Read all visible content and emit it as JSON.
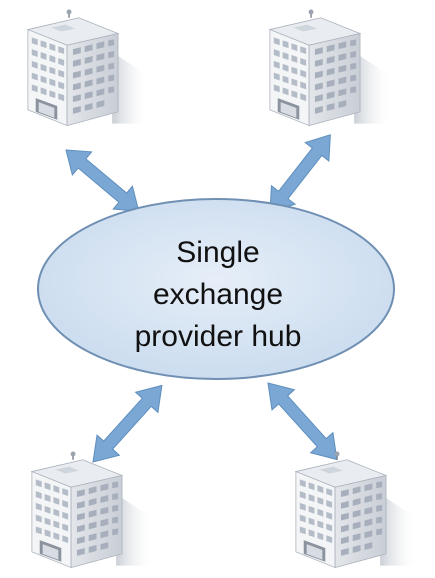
{
  "hub": {
    "label_lines": [
      "Single",
      "exchange",
      "provider hub"
    ]
  },
  "buildings": [
    {
      "id": "top-left",
      "icon": "office-building-icon"
    },
    {
      "id": "top-right",
      "icon": "office-building-icon"
    },
    {
      "id": "bottom-left",
      "icon": "office-building-icon"
    },
    {
      "id": "bottom-right",
      "icon": "office-building-icon"
    }
  ],
  "connections": [
    {
      "from": "top-left",
      "to": "hub",
      "direction": "bidirectional"
    },
    {
      "from": "top-right",
      "to": "hub",
      "direction": "bidirectional"
    },
    {
      "from": "bottom-left",
      "to": "hub",
      "direction": "bidirectional"
    },
    {
      "from": "bottom-right",
      "to": "hub",
      "direction": "bidirectional"
    }
  ],
  "colors": {
    "hub_fill": "#d4e3f3",
    "hub_stroke": "#6f8fb3",
    "arrow": "#7aa7d4",
    "building_face": "#f3f4f6",
    "building_side": "#d9dde3",
    "window": "#b9c1cc",
    "shadow": "#c9ced6"
  }
}
